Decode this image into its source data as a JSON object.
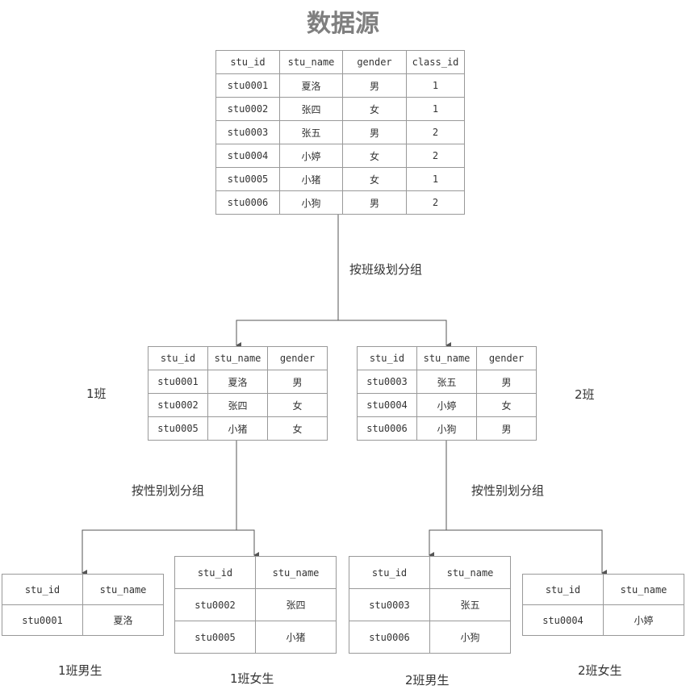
{
  "title": "数据源",
  "source_table": {
    "headers": [
      "stu_id",
      "stu_name",
      "gender",
      "class_id"
    ],
    "rows": [
      [
        "stu0001",
        "夏洛",
        "男",
        "1"
      ],
      [
        "stu0002",
        "张四",
        "女",
        "1"
      ],
      [
        "stu0003",
        "张五",
        "男",
        "2"
      ],
      [
        "stu0004",
        "小婷",
        "女",
        "2"
      ],
      [
        "stu0005",
        "小猪",
        "女",
        "1"
      ],
      [
        "stu0006",
        "小狗",
        "男",
        "2"
      ]
    ]
  },
  "group_by_class_label": "按班级划分组",
  "class1": {
    "label": "1班",
    "headers": [
      "stu_id",
      "stu_name",
      "gender"
    ],
    "rows": [
      [
        "stu0001",
        "夏洛",
        "男"
      ],
      [
        "stu0002",
        "张四",
        "女"
      ],
      [
        "stu0005",
        "小猪",
        "女"
      ]
    ]
  },
  "class2": {
    "label": "2班",
    "headers": [
      "stu_id",
      "stu_name",
      "gender"
    ],
    "rows": [
      [
        "stu0003",
        "张五",
        "男"
      ],
      [
        "stu0004",
        "小婷",
        "女"
      ],
      [
        "stu0006",
        "小狗",
        "男"
      ]
    ]
  },
  "group_by_gender_label_left": "按性别划分组",
  "group_by_gender_label_right": "按性别划分组",
  "class1_male": {
    "label": "1班男生",
    "headers": [
      "stu_id",
      "stu_name"
    ],
    "rows": [
      [
        "stu0001",
        "夏洛"
      ]
    ]
  },
  "class1_female": {
    "label": "1班女生",
    "headers": [
      "stu_id",
      "stu_name"
    ],
    "rows": [
      [
        "stu0002",
        "张四"
      ],
      [
        "stu0005",
        "小猪"
      ]
    ]
  },
  "class2_male": {
    "label": "2班男生",
    "headers": [
      "stu_id",
      "stu_name"
    ],
    "rows": [
      [
        "stu0003",
        "张五"
      ],
      [
        "stu0006",
        "小狗"
      ]
    ]
  },
  "class2_female": {
    "label": "2班女生",
    "headers": [
      "stu_id",
      "stu_name"
    ],
    "rows": [
      [
        "stu0004",
        "小婷"
      ]
    ]
  },
  "colors": {
    "title": "#7f7f7f",
    "border": "#999999",
    "connector": "#555555"
  }
}
